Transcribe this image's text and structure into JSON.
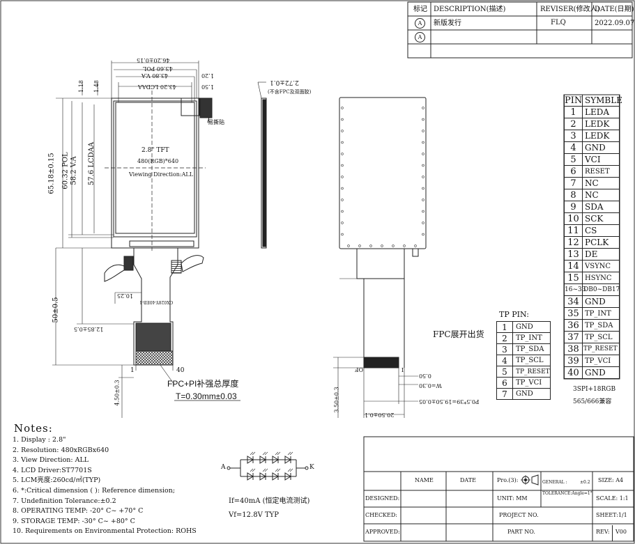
{
  "revision_table": {
    "headers": {
      "mark": "标记",
      "description": "DESCRIPTION(描述)",
      "reviser": "REVISER(修改人)",
      "date": "DATE(日期)"
    },
    "rows": [
      {
        "mark": "A",
        "description": "新版发行",
        "reviser": "FLQ",
        "date": "2022.09.07"
      },
      {
        "mark": "A",
        "description": "",
        "reviser": "",
        "date": ""
      }
    ]
  },
  "front_view": {
    "dim_overall_width": "46.20±0.15",
    "dim_pol_width": "43.60 POL",
    "dim_va_width": "43.80 V.A",
    "dim_lcdaa_width": "43.20 LCDAA",
    "dim_top_offset_1": "1.20",
    "dim_top_offset_2": "1.50",
    "dim_left_1": "1.18",
    "dim_left_2": "1.48",
    "dim_height_overall": "65.18±0.15",
    "dim_height_pol": "60.32 POL",
    "dim_height_va": "58.2 V.A",
    "dim_height_lcdaa": "57.6 LCDAA",
    "tape_label": "易撕贴",
    "center_line1": "2.8\" TFT",
    "center_line2": "480(RGB)*640",
    "center_line3": "Viewing Direction:ALL",
    "dim_fpc_length": "50±0.5",
    "dim_fpc_offset": "12.85±0.5",
    "dim_fpc_width": "10.25",
    "dim_tail": "4.50±0.3",
    "fpc_code": "GX028Y-40EB-1",
    "pin_first": "1",
    "pin_last": "40",
    "fpc_thickness_title": "FPC+PI补强总厚度",
    "fpc_thickness_value": "T=0.30mm±0.03"
  },
  "side_view": {
    "dim_thickness": "2.72±0.1",
    "note": "(不含FPC及双面胶)"
  },
  "back_view": {
    "fpc_unfold_label": "FPC展开出货",
    "label_of": "OF",
    "label_i": "I",
    "dim_pad_pitch_gap": "0.50",
    "dim_w": "W=0.30",
    "dim_pitch": "P0.5*39=19.50±0.05",
    "dim_pad_total": "20.50±0.1",
    "dim_tail": "3.50±0.3"
  },
  "pin_table": {
    "header_pin": "PIN",
    "header_symbol": "SYMBLE",
    "rows": [
      {
        "pin": "1",
        "signal": "LEDA"
      },
      {
        "pin": "2",
        "signal": "LEDK"
      },
      {
        "pin": "3",
        "signal": "LEDK"
      },
      {
        "pin": "4",
        "signal": "GND"
      },
      {
        "pin": "5",
        "signal": "VCI"
      },
      {
        "pin": "6",
        "signal": "RESET"
      },
      {
        "pin": "7",
        "signal": "NC"
      },
      {
        "pin": "8",
        "signal": "NC"
      },
      {
        "pin": "9",
        "signal": "SDA"
      },
      {
        "pin": "10",
        "signal": "SCK"
      },
      {
        "pin": "11",
        "signal": "CS"
      },
      {
        "pin": "12",
        "signal": "PCLK"
      },
      {
        "pin": "13",
        "signal": "DE"
      },
      {
        "pin": "14",
        "signal": "VSYNC"
      },
      {
        "pin": "15",
        "signal": "HSYNC"
      },
      {
        "pin": "16~33",
        "signal": "DB0~DB17"
      },
      {
        "pin": "34",
        "signal": "GND"
      },
      {
        "pin": "35",
        "signal": "TP_INT"
      },
      {
        "pin": "36",
        "signal": "TP_SDA"
      },
      {
        "pin": "37",
        "signal": "TP_SCL"
      },
      {
        "pin": "38",
        "signal": "TP_RESET"
      },
      {
        "pin": "39",
        "signal": "TP_VCI"
      },
      {
        "pin": "40",
        "signal": "GND"
      }
    ],
    "footer1": "3SPI+18RGB",
    "footer2": "565/666兼容"
  },
  "tp_pin_table": {
    "title": "TP PIN:",
    "rows": [
      {
        "pin": "1",
        "signal": "GND"
      },
      {
        "pin": "2",
        "signal": "TP_INT"
      },
      {
        "pin": "3",
        "signal": "TP_SDA"
      },
      {
        "pin": "4",
        "signal": "TP_SCL"
      },
      {
        "pin": "5",
        "signal": "TP_RESET"
      },
      {
        "pin": "6",
        "signal": "TP_VCI"
      },
      {
        "pin": "7",
        "signal": "GND"
      }
    ]
  },
  "notes": {
    "title": "Notes:",
    "items": [
      "1. Display : 2.8\"",
      "2. Resolution: 480xRGBx640",
      "3. View Direction: ALL",
      "4. LCD Driver:ST7701S",
      "5. LCM亮度:260cd/㎡(TYP)",
      "6. *:Critical dimension  ( ): Reference dimension;",
      "7. Undefinition Tolerance:±0.2",
      "8. OPERATING TEMP: -20° C~ +70° C",
      "9. STORAGE TEMP: -30° C~ +80° C",
      "10. Requirements on Environmental Protection: ROHS"
    ]
  },
  "led_circuit": {
    "anode": "A",
    "cathode": "K",
    "current": "If=40mA (恒定电流测试)",
    "voltage": "Vf=12.8V   TYP"
  },
  "title_block": {
    "name": "NAME",
    "date": "DATE",
    "projection": "Pro.(3):",
    "general": "GENERAL :",
    "general_value": "±0.2",
    "tolerance": "TOLERANCE:Angle=1°",
    "size": "SIZE:  A4",
    "designed": "DESIGNED:",
    "unit": "UNIT:   MM",
    "scale": "SCALE: 1:1",
    "checked": "CHECKED:",
    "project_no": "PROJECT NO.",
    "sheet": "SHEET:1/1",
    "approved": "APPROVED:",
    "part_no": "PART NO.",
    "rev": "REV:",
    "rev_value": "V00"
  }
}
